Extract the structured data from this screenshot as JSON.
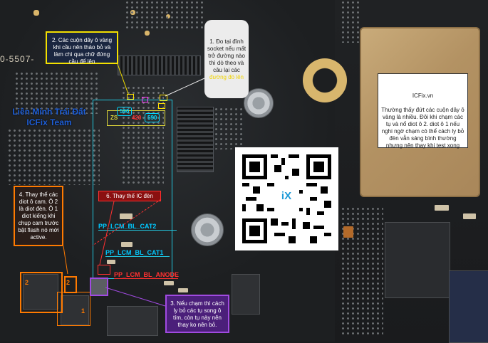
{
  "board": {
    "silkscreen": "0-5507-",
    "netlabels": [
      "PP_LCM_BL_CAT2",
      "PP_LCM_BL_CAT1",
      "PP_LCM_BL_ANODE"
    ],
    "component_codes": [
      "590",
      "590",
      "420",
      "ZS"
    ]
  },
  "watermark": {
    "line1": "Liên Minh Trái Đất",
    "line2": "ICFix Team"
  },
  "notes": {
    "note2": "2. Các cuộn dây ô vàng khi cầu nên tháo bỏ và làm chì qua chữ đứng cầu để lên",
    "note1_main": "1. Đo tại đính socket nếu mất trở đường nào thì dò theo và câu lại các",
    "note1_highlight": "đường đó lên",
    "icfix_title": "ICFix.vn",
    "icfix_body": "Thường thấy đứt các cuộn dây ô vàng là nhiều. Đôi khi chạm các tụ và nổ diot ô 2. diot ô 1 nếu nghi ngờ chạm có thể cách ly bỏ đèn vẫn sáng bình thường nhưng nên thay khi test xong",
    "note4": "4. Thay thế các diot ô cam. Ô 2 là diot đèn. Ô 1 diot kiếng khi chụp cam trước bật flash nó mới active.",
    "note6": "6. Thay thế IC đèn",
    "note3": "3. Nếu chạm thì cách ly bỏ các tụ song ô tím, còn tụ này nên thay ko nên bỏ."
  },
  "markers": {
    "m2": "2",
    "m1": "1",
    "m2b": "2"
  },
  "qr": {
    "logo": "iX"
  },
  "colors": {
    "note2_border": "#f3e000",
    "note4_border": "#ff7a00",
    "note6_border": "#ff3030",
    "note3_border": "#a04ae0",
    "netlabel": "#00c8ff",
    "watermark": "#1e5ed6"
  }
}
